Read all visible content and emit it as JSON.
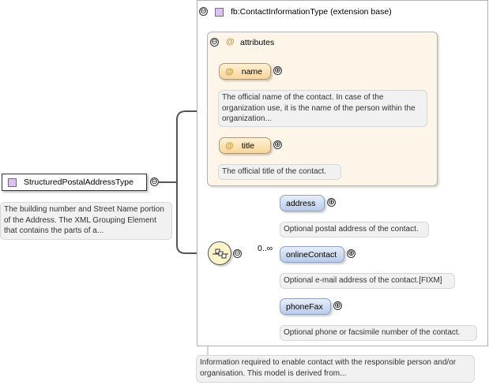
{
  "root": {
    "name": "StructuredPostalAddressType",
    "doc": "The building number and Street Name portion of the Address. The XML Grouping Element that contains the parts of a..."
  },
  "extension": {
    "title": "fb:ContactInformationType (extension base)",
    "doc": "Information required to enable contact with the responsible person and/or organisation. This model is derived from..."
  },
  "attributes": {
    "label": "attributes",
    "items": [
      {
        "name": "name",
        "doc": "The official name of the contact. In case of the organization use, it is the name of the person within the organization..."
      },
      {
        "name": "title",
        "doc": "The official title of the contact."
      }
    ]
  },
  "sequence": {
    "cardinality": "0..∞",
    "elements": [
      {
        "name": "address",
        "doc": "Optional postal address of the contact."
      },
      {
        "name": "onlineContact",
        "doc": "Optional e-mail address of the contact.[FIXM]"
      },
      {
        "name": "phoneFax",
        "doc": "Optional phone or facsimile number of the contact."
      }
    ]
  },
  "icons": {
    "collapse": "⊖",
    "expand": "⊕",
    "attribute_marker": "@"
  }
}
